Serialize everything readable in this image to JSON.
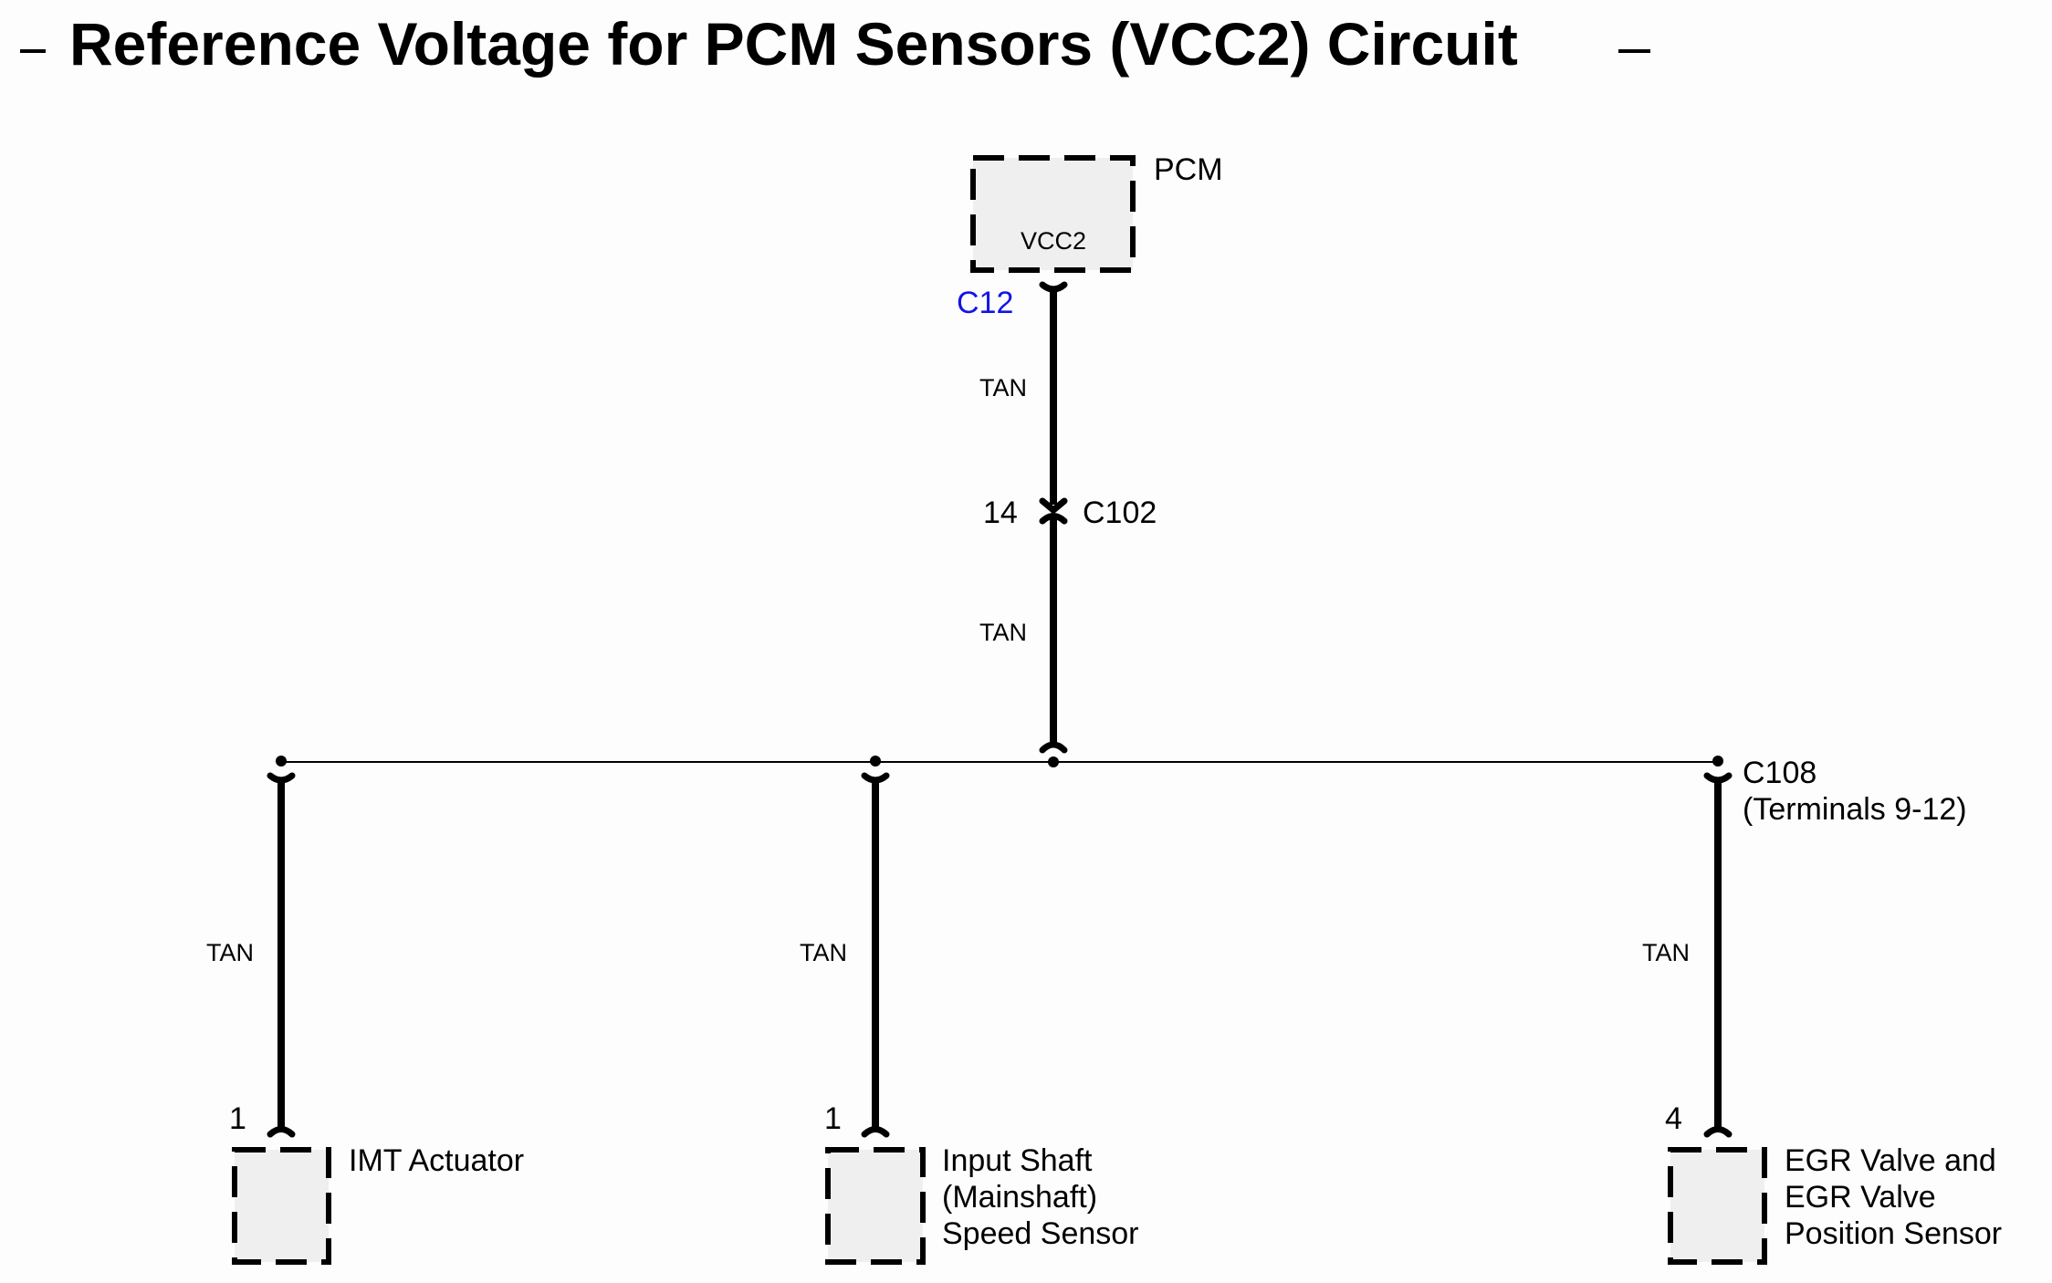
{
  "title": "Reference Voltage for PCM Sensors (VCC2) Circuit",
  "title_dash_left": "–",
  "title_dash_right": "–",
  "colors": {
    "background": "#fdfdfd",
    "wire": "#000000",
    "component_fill": "#efefef",
    "connector_label_link": "#1414e6"
  },
  "pcm": {
    "name": "PCM",
    "pin_function": "VCC2",
    "connector": "C12"
  },
  "trunk": {
    "wire_color_upper": "TAN",
    "inline_connector": "C102",
    "inline_pin": "14",
    "wire_color_lower": "TAN"
  },
  "splice": {
    "connector": "C108",
    "terminals": "(Terminals 9-12)"
  },
  "branches": [
    {
      "wire_color": "TAN",
      "pin": "1",
      "component_lines": [
        "IMT Actuator"
      ]
    },
    {
      "wire_color": "TAN",
      "pin": "1",
      "component_lines": [
        "Input Shaft",
        "(Mainshaft)",
        "Speed Sensor"
      ]
    },
    {
      "wire_color": "TAN",
      "pin": "4",
      "component_lines": [
        "EGR Valve and",
        "EGR Valve",
        "Position Sensor"
      ]
    }
  ]
}
